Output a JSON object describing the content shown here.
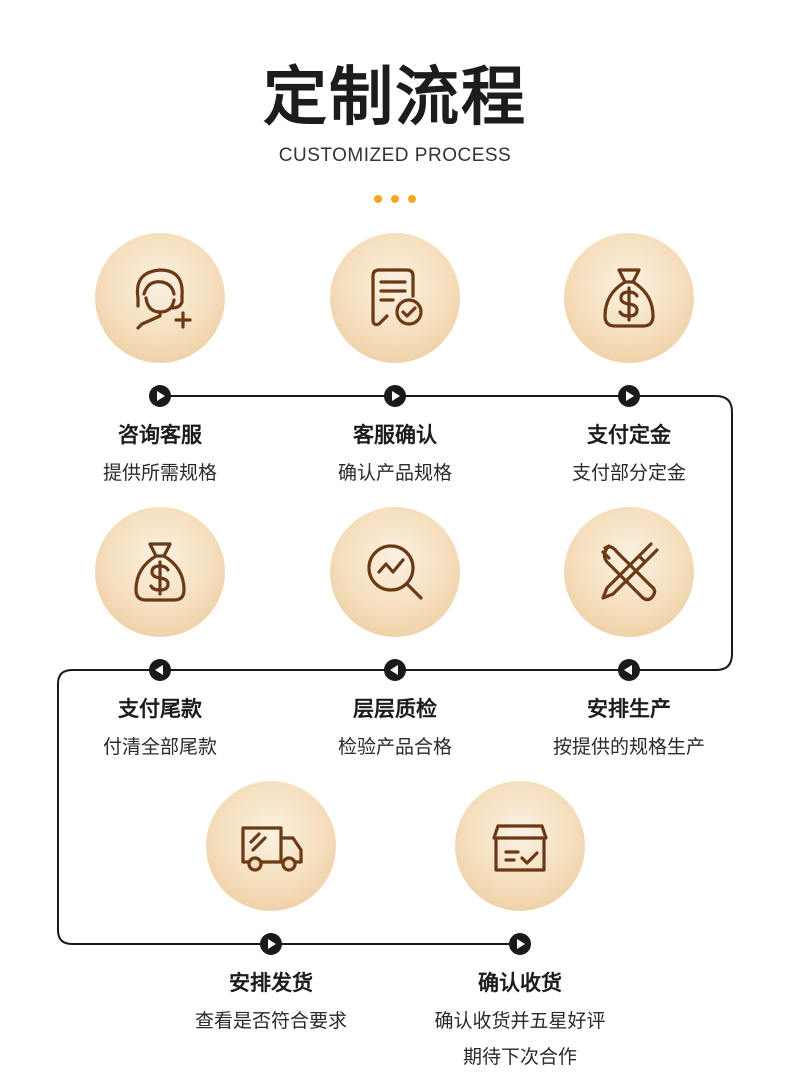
{
  "header": {
    "title": "定制流程",
    "subtitle": "CUSTOMIZED PROCESS"
  },
  "colors": {
    "accent": "#f0a820",
    "icon_stroke": "#6b3a14",
    "line": "#1a1a1a",
    "circle_light": "#fbf1e2",
    "circle_dark": "#e9c596"
  },
  "steps": [
    {
      "title": "咨询客服",
      "desc": "提供所需规格",
      "icon": "customer-service-icon",
      "direction": "right"
    },
    {
      "title": "客服确认",
      "desc": "确认产品规格",
      "icon": "document-check-icon",
      "direction": "right"
    },
    {
      "title": "支付定金",
      "desc": "支付部分定金",
      "icon": "money-bag-icon",
      "direction": "right"
    },
    {
      "title": "支付尾款",
      "desc": "付清全部尾款",
      "icon": "money-bag-icon",
      "direction": "left"
    },
    {
      "title": "层层质检",
      "desc": "检验产品合格",
      "icon": "magnifier-chart-icon",
      "direction": "left"
    },
    {
      "title": "安排生产",
      "desc": "按提供的规格生产",
      "icon": "tools-icon",
      "direction": "left"
    },
    {
      "title": "安排发货",
      "desc": "查看是否符合要求",
      "icon": "delivery-truck-icon",
      "direction": "right"
    },
    {
      "title": "确认收货",
      "desc": "确认收货并五星好评",
      "desc2": "期待下次合作",
      "icon": "package-box-icon",
      "direction": "right"
    }
  ]
}
